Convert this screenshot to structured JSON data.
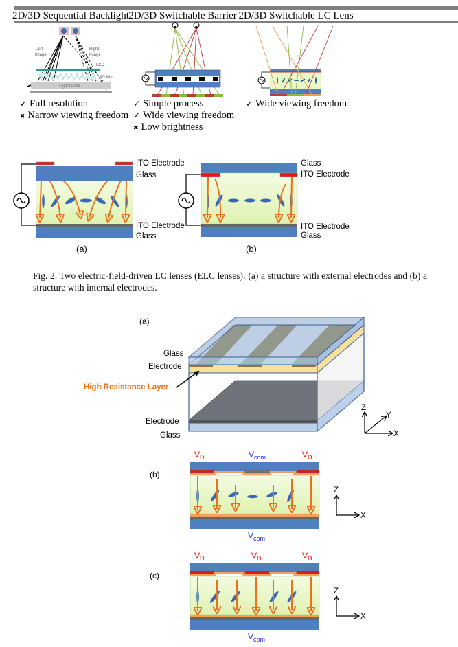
{
  "table": {
    "columns": [
      {
        "header": "2D/3D Sequential Backlight",
        "image_labels": {
          "left": [
            "Left",
            "Image"
          ],
          "right": [
            "Right",
            "Image"
          ],
          "lcd": "LCD",
          "film": "3D film",
          "guide": "Light Guide"
        },
        "items": [
          {
            "icon": "check-icon",
            "glyph": "✓",
            "text": "Full resolution"
          },
          {
            "icon": "cross-icon",
            "glyph": "✖",
            "text": "Narrow viewing freedom"
          }
        ]
      },
      {
        "header": "2D/3D Switchable Barrier",
        "items": [
          {
            "icon": "check-icon",
            "glyph": "✓",
            "text": "Simple process"
          },
          {
            "icon": "check-icon",
            "glyph": "✓",
            "text": "Wide viewing freedom"
          },
          {
            "icon": "cross-icon",
            "glyph": "✖",
            "text": "Low brightness"
          }
        ]
      },
      {
        "header": "2D/3D Switchable LC Lens",
        "items": [
          {
            "icon": "check-icon",
            "glyph": "✓",
            "text": "Wide viewing freedom"
          }
        ]
      }
    ]
  },
  "fig2": {
    "a": {
      "labels": [
        "ITO Electrode",
        "Glass",
        "ITO Electrode",
        "Glass"
      ],
      "tag": "(a)"
    },
    "b": {
      "labels": [
        "Glass",
        "ITO Electrode",
        "ITO Electrode",
        "Glass"
      ],
      "tag": "(b)"
    },
    "caption": "Fig. 2. Two electric-field-driven LC lenses (ELC lenses): (a) a structure with external electrodes and (b) a structure with internal electrodes."
  },
  "fig3": {
    "a": {
      "tag": "(a)",
      "glass_top": "Glass",
      "electrode_top": "Electrode",
      "hrl": "High Resistance Layer",
      "electrode_bottom": "Electrode",
      "glass_bottom": "Glass",
      "axes": {
        "z": "Z",
        "y": "Y",
        "x": "X"
      }
    },
    "b": {
      "tag": "(b)",
      "top": [
        {
          "v": "V",
          "s": "D"
        },
        {
          "v": "V",
          "s": "com"
        },
        {
          "v": "V",
          "s": "D"
        }
      ],
      "bottom": {
        "v": "V",
        "s": "com"
      },
      "axes": {
        "z": "Z",
        "x": "X"
      }
    },
    "c": {
      "tag": "(c)",
      "top": [
        {
          "v": "V",
          "s": "D"
        },
        {
          "v": "V",
          "s": "D"
        },
        {
          "v": "V",
          "s": "D"
        }
      ],
      "bottom": {
        "v": "V",
        "s": "com"
      },
      "axes": {
        "z": "Z",
        "x": "X"
      }
    }
  },
  "colors": {
    "glass": "#4f7fbf",
    "lc": "#eaf7c8",
    "electrode_red": "#e8141c",
    "arrow": "#e8731c",
    "hrl_text": "#e8731c",
    "vd": "#ff0000",
    "vcom": "#1a1aff"
  }
}
